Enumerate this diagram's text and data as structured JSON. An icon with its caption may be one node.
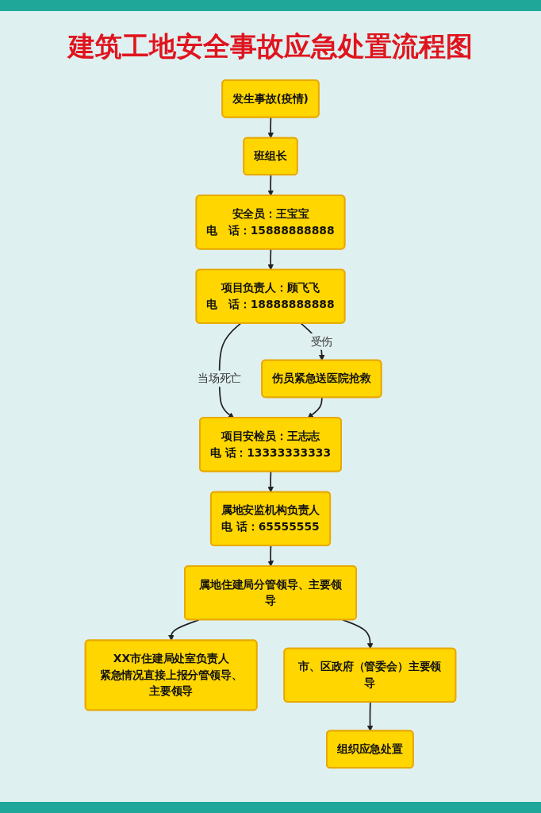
{
  "diagram": {
    "title": "建筑工地安全事故应急处置流程图",
    "nodes": [
      {
        "text": [
          "发生事故(疫情)"
        ]
      },
      {
        "text": [
          "班组长"
        ]
      },
      {
        "text": [
          "安全员：王宝宝",
          "电　话：15888888888"
        ]
      },
      {
        "text": [
          "项目负责人：顾飞飞",
          "电　话：18888888888"
        ]
      },
      {
        "text": [
          "伤员紧急送医院抢救"
        ]
      },
      {
        "text": [
          "项目安检员：王志志",
          "电 话：13333333333"
        ]
      },
      {
        "text": [
          "属地安监机构负责人",
          "电 话：65555555"
        ]
      },
      {
        "text": [
          "属地住建局分管领导、主要领导"
        ]
      },
      {
        "text": [
          "XX市住建局处室负责人",
          "紧急情况直接上报分管领导、主要领导"
        ]
      },
      {
        "text": [
          "市、区政府（管委会）主要领导"
        ]
      },
      {
        "text": [
          "组织应急处置"
        ]
      }
    ],
    "edges": [
      {
        "from": 0,
        "to": 1,
        "arrow": "to"
      },
      {
        "from": 1,
        "to": 2,
        "arrow": "to"
      },
      {
        "from": 2,
        "to": 3,
        "arrow": "to"
      },
      {
        "from": 3,
        "to": 4,
        "label": "受伤",
        "arrow": "to"
      },
      {
        "from": 3,
        "to": 5,
        "label": "当场死亡",
        "arrow": "to"
      },
      {
        "from": 4,
        "to": 5,
        "arrow": "to"
      },
      {
        "from": 5,
        "to": 6,
        "arrow": "to"
      },
      {
        "from": 6,
        "to": 7,
        "arrow": "to"
      },
      {
        "from": 7,
        "to": 8,
        "arrow": "to"
      },
      {
        "from": 7,
        "to": 9,
        "arrow": "to"
      },
      {
        "from": 9,
        "to": 10,
        "arrow": "to"
      }
    ]
  }
}
